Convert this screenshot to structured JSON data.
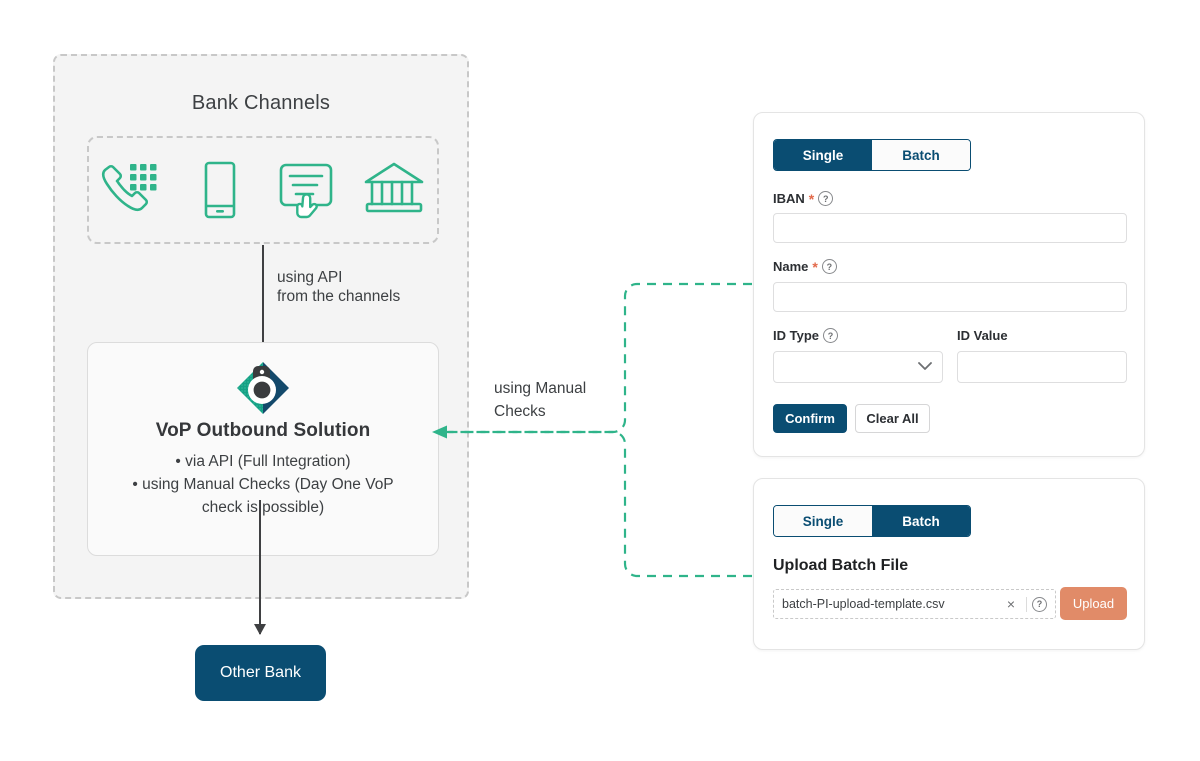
{
  "diagram": {
    "bank_group_title": "Bank Channels",
    "channels": [
      {
        "name": "phone-keypad-icon"
      },
      {
        "name": "mobile-phone-icon"
      },
      {
        "name": "online-banking-click-icon"
      },
      {
        "name": "bank-building-icon"
      }
    ],
    "api_arrow_label": "using API\nfrom the channels",
    "manual_arrow_label": "using Manual\nChecks",
    "vop": {
      "logo_name": "vop-brand-logo",
      "title": "VoP Outbound Solution",
      "bullets": [
        "•  via API (Full Integration)",
        "•  using Manual Checks (Day One VoP\ncheck is possible)"
      ]
    },
    "other_bank_label": "Other Bank"
  },
  "single_card": {
    "tabs": [
      {
        "label": "Single",
        "active": true
      },
      {
        "label": "Batch",
        "active": false
      }
    ],
    "fields": {
      "iban": {
        "label": "IBAN",
        "required": "*",
        "help": "?",
        "value": "",
        "placeholder": ""
      },
      "name": {
        "label": "Name",
        "required": "*",
        "help": "?",
        "value": "",
        "placeholder": ""
      },
      "id_type": {
        "label": "ID Type",
        "help": "?",
        "value": "",
        "placeholder": ""
      },
      "id_value": {
        "label": "ID Value",
        "value": "",
        "placeholder": ""
      }
    },
    "buttons": {
      "confirm": "Confirm",
      "clear_all": "Clear All"
    }
  },
  "batch_card": {
    "tabs": [
      {
        "label": "Single",
        "active": false
      },
      {
        "label": "Batch",
        "active": true
      }
    ],
    "upload_title": "Upload Batch File",
    "file_name": "batch-PI-upload-template.csv",
    "clear_icon": "×",
    "help": "?",
    "upload_button": "Upload"
  },
  "colors": {
    "navy": "#0a4d72",
    "teal": "#2fb48a",
    "orange": "#e18b68",
    "panel_gray": "#f4f4f4",
    "dash_gray": "#c8c8c8",
    "required_red": "#e2694a"
  }
}
